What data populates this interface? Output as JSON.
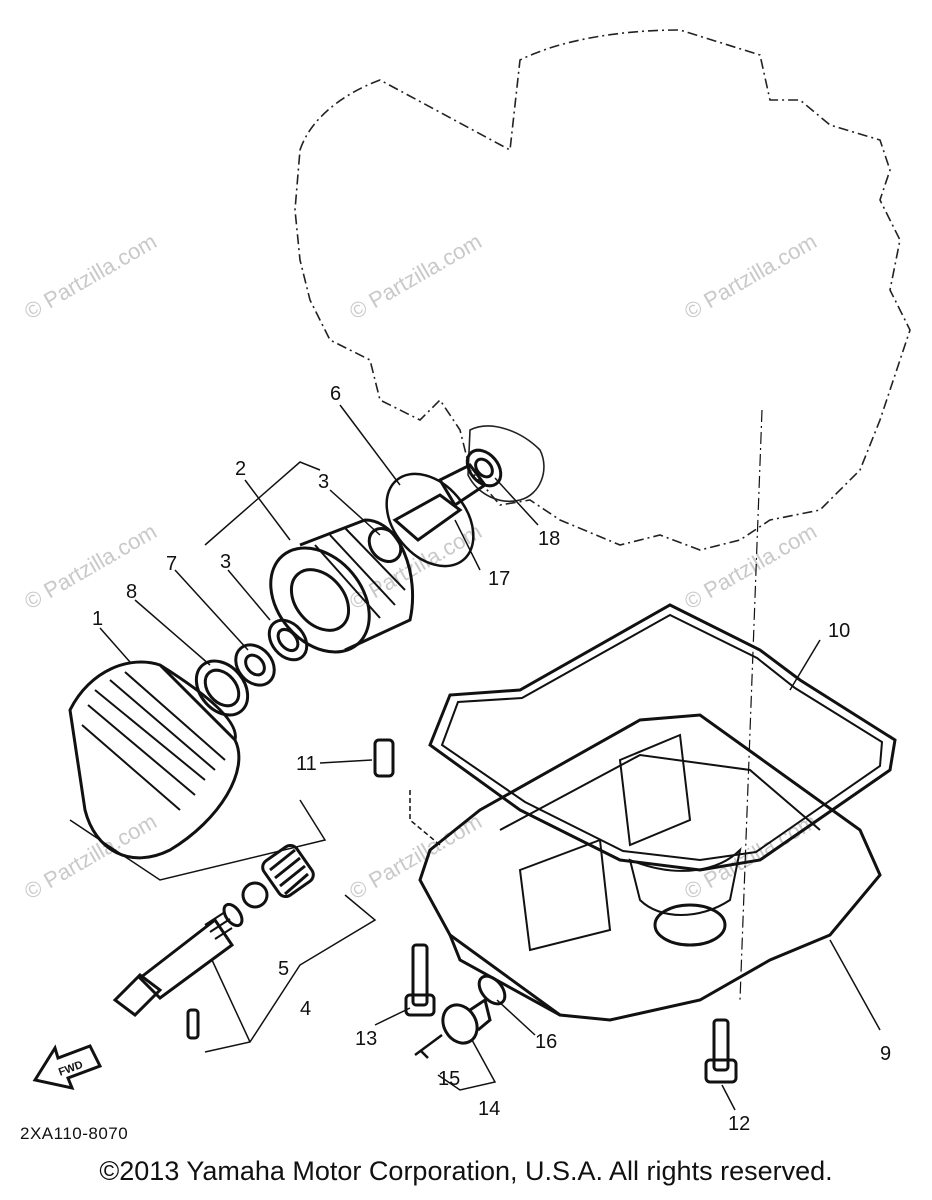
{
  "diagram": {
    "callouts": [
      "1",
      "2",
      "3",
      "3",
      "4",
      "5",
      "6",
      "7",
      "8",
      "9",
      "10",
      "11",
      "12",
      "13",
      "14",
      "15",
      "16",
      "17",
      "18"
    ],
    "fwd_label": "FWD",
    "drawing_code": "2XA110-8070",
    "watermark": "© Partzilla.com",
    "copyright": "©2013 Yamaha Motor Corporation, U.S.A. All rights reserved."
  }
}
